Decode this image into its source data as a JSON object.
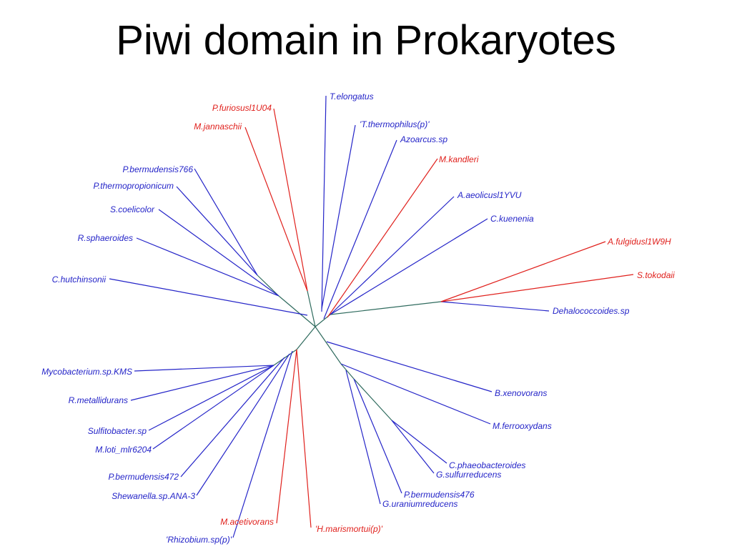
{
  "title": "Piwi domain in Prokaryotes",
  "colors": {
    "prokaryote_blue": "#2424c8",
    "archaea_red": "#e0201c",
    "internal_branch": "#2f6b5e"
  },
  "labels": {
    "t_elongatus": "T.elongatus",
    "p_furiosus": "P.furiosusl1U04",
    "t_thermophilus": "'T.thermophilus(p)'",
    "m_jannaschii": "M.jannaschii",
    "azoarcus": "Azoarcus.sp",
    "m_kandleri": "M.kandleri",
    "p_bermudensis766": "P.bermudensis766",
    "p_thermopropionicum": "P.thermopropionicum",
    "a_aeolicus": "A.aeolicusl1YVU",
    "s_coelicolor": "S.coelicolor",
    "c_kuenenia": "C.kuenenia",
    "r_sphaeroides": "R.sphaeroides",
    "a_fulgidus": "A.fulgidusl1W9H",
    "s_tokodaii": "S.tokodaii",
    "c_hutchinsonii": "C.hutchinsonii",
    "dehalococcoides": "Dehalococcoides.sp",
    "mycobacterium": "Mycobacterium.sp.KMS",
    "b_xenovorans": "B.xenovorans",
    "r_metallidurans": "R.metallidurans",
    "m_ferrooxydans": "M.ferrooxydans",
    "sulfitobacter": "Sulfitobacter.sp",
    "m_loti": "M.loti_mlr6204",
    "c_phaeobacteroides": "C.phaeobacteroides",
    "g_sulfurreducens": "G.sulfurreducens",
    "p_bermudensis472": "P.bermudensis472",
    "shewanella": "Shewanella.sp.ANA-3",
    "p_bermudensis476": "P.bermudensis476",
    "g_uraniumreducens": "G.uraniumreducens",
    "m_acetivorans": "M.acetivorans",
    "h_marismortui": "'H.marismortui(p)'",
    "rhizobium": "'Rhizobium.sp(p)'"
  }
}
